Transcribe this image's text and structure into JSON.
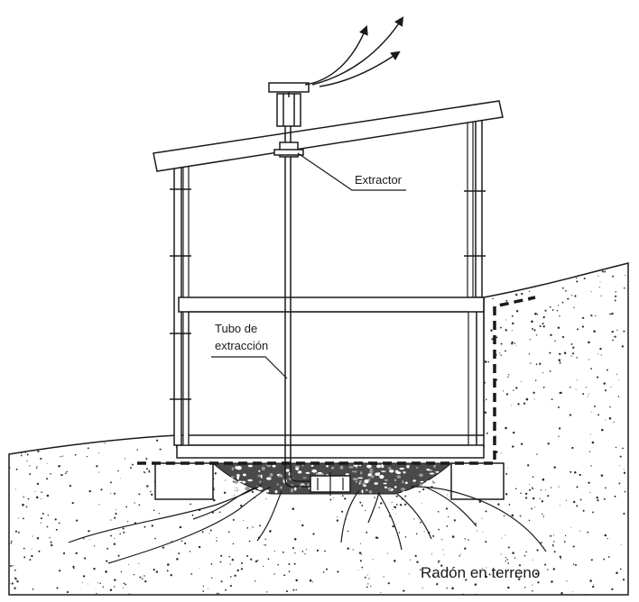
{
  "labels": {
    "extractor": "Extractor",
    "pipe_line1": "Tubo de",
    "pipe_line2": "extracción",
    "radon": "Radón en terreno"
  },
  "colors": {
    "ink": "#1a1a1a",
    "paper": "#ffffff",
    "soil_speckle": "#2a2a2a"
  }
}
